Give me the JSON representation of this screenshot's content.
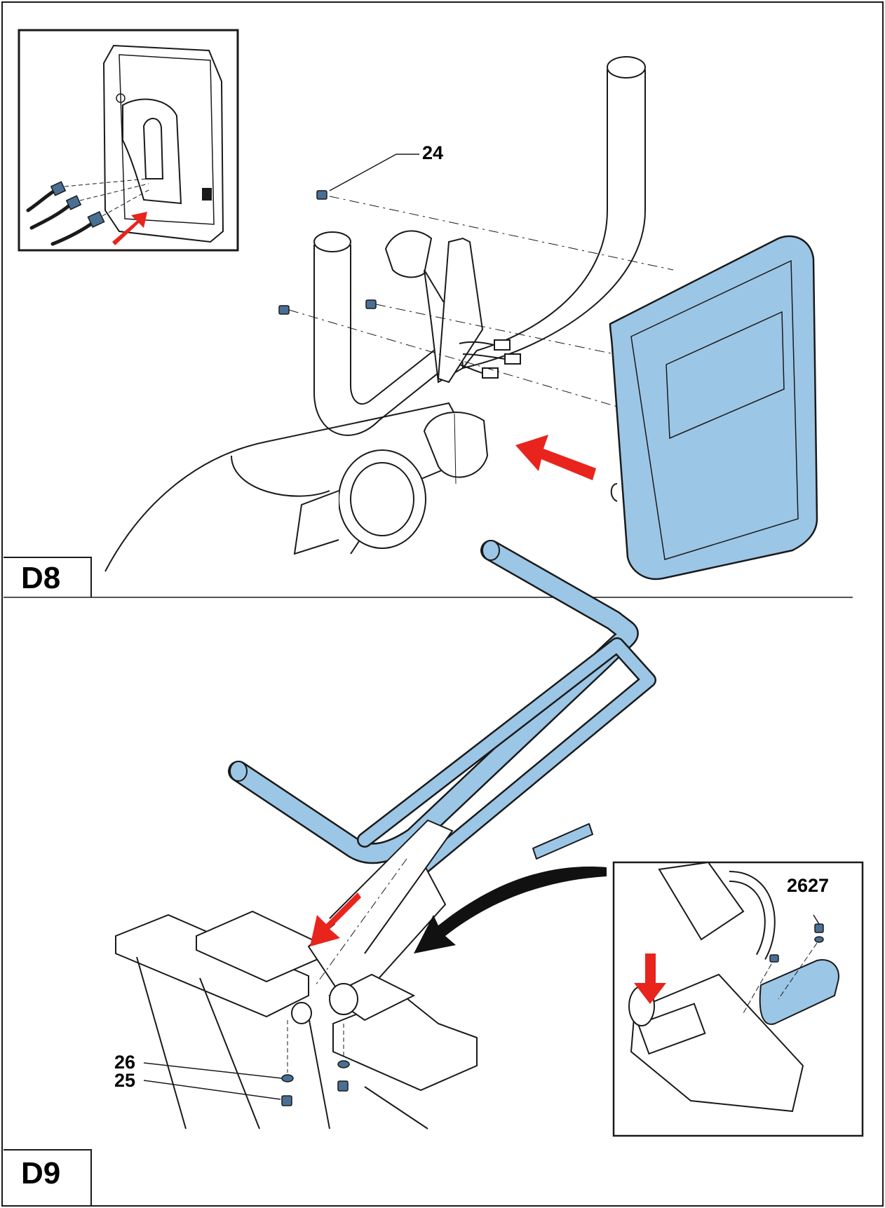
{
  "panels": [
    {
      "step": "D8",
      "callouts": [
        "24"
      ],
      "highlight_part": "console",
      "arrow_color": "#e8241d"
    },
    {
      "step": "D9",
      "callouts": [
        "26",
        "25",
        "2627"
      ],
      "highlight_part": "handlebar",
      "arrow_color": "#e8241d"
    }
  ],
  "colors": {
    "highlight_fill": "#9cc6e6",
    "line": "#1a1a1a",
    "arrow": "#e8241d",
    "detail_arrow": "#111111"
  }
}
